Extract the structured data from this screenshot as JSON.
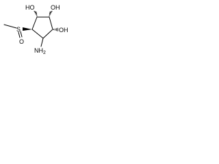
{
  "molecule": {
    "atoms": {
      "oh_top_left": "HO",
      "oh_top_right": "OH",
      "oh_right": "OH",
      "sulfur": "S",
      "sulfonyl_oxygen": "O",
      "amine": "NH",
      "amine_subscript": "2"
    }
  }
}
